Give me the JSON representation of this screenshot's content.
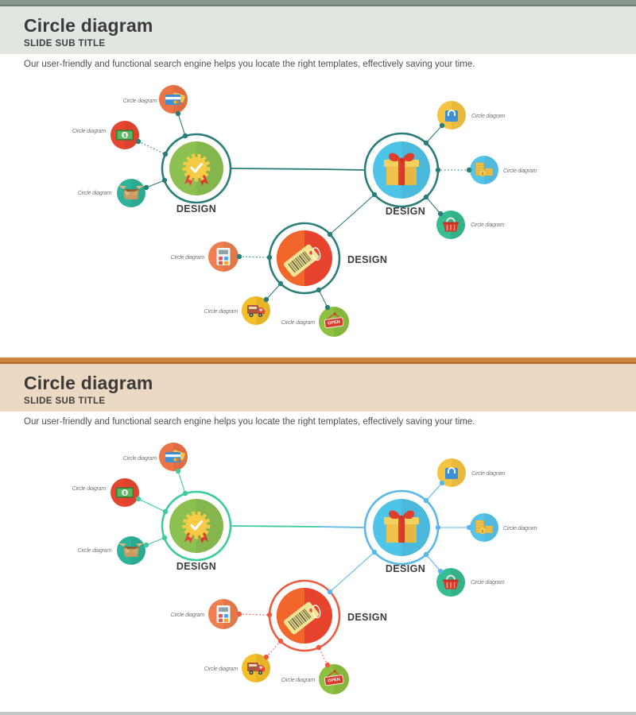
{
  "page": {
    "background": "#ffffff",
    "bottom_strip_color": "#c5c9c6"
  },
  "slides": [
    {
      "theme": {
        "strip": "#87978a",
        "edge": "#6f8074",
        "band": "#dfe7e0",
        "gl": "#2a7e78",
        "gr": "#2a7e78",
        "gb": "#2a7e78"
      },
      "title": "Circle diagram",
      "subtitle": "SLIDE SUB TITLE",
      "description": "Our user-friendly and functional search engine helps you locate the right templates, effectively saving your time.",
      "nodes": [
        {
          "id": "award-badge",
          "label": "DESIGN",
          "fill": "#8cc152"
        },
        {
          "id": "gift-box",
          "label": "DESIGN",
          "fill": "#4fc4e9"
        },
        {
          "id": "price-tag",
          "label": "DESIGN",
          "fill": "#e8432c"
        }
      ],
      "satellites": [
        {
          "id": "credit-card",
          "label": "Circle diagram",
          "fill": "#ee7445"
        },
        {
          "id": "money-bill",
          "label": "Circle diagram",
          "fill": "#e8472f"
        },
        {
          "id": "delivery-box",
          "label": "Circle diagram",
          "fill": "#2db49a"
        },
        {
          "id": "shopping-bag",
          "label": "Circle diagram",
          "fill": "#f6c443"
        },
        {
          "id": "gold-coins",
          "label": "Circle diagram",
          "fill": "#55c4ea"
        },
        {
          "id": "shopping-basket",
          "label": "Circle diagram",
          "fill": "#36bd92"
        },
        {
          "id": "calculator",
          "label": "Circle diagram",
          "fill": "#ef7f4f"
        },
        {
          "id": "delivery-truck",
          "label": "Circle diagram",
          "fill": "#f3c02a"
        },
        {
          "id": "open-sign",
          "label": "Circle diagram",
          "fill": "#8cc140"
        }
      ],
      "icons": {
        "open_sign_text": "OPEN",
        "dollar_symbol": "$"
      }
    },
    {
      "theme": {
        "strip": "#cd8440",
        "edge": "#b26a2c",
        "band": "#ecd9c3",
        "gl": "#3dcb9d",
        "gr": "#5bb8e8",
        "gb": "#ec5b40"
      },
      "title": "Circle diagram",
      "subtitle": "SLIDE SUB TITLE",
      "description": "Our user-friendly and functional search engine helps you locate the right templates, effectively saving your time.",
      "nodes": [
        {
          "id": "award-badge",
          "label": "DESIGN",
          "fill": "#8cc152"
        },
        {
          "id": "gift-box",
          "label": "DESIGN",
          "fill": "#4fc4e9"
        },
        {
          "id": "price-tag",
          "label": "DESIGN",
          "fill": "#e8432c"
        }
      ],
      "satellites": [
        {
          "id": "credit-card",
          "label": "Circle diagram",
          "fill": "#ee7445"
        },
        {
          "id": "money-bill",
          "label": "Circle diagram",
          "fill": "#e8472f"
        },
        {
          "id": "delivery-box",
          "label": "Circle diagram",
          "fill": "#2db49a"
        },
        {
          "id": "shopping-bag",
          "label": "Circle diagram",
          "fill": "#f6c443"
        },
        {
          "id": "gold-coins",
          "label": "Circle diagram",
          "fill": "#55c4ea"
        },
        {
          "id": "shopping-basket",
          "label": "Circle diagram",
          "fill": "#36bd92"
        },
        {
          "id": "calculator",
          "label": "Circle diagram",
          "fill": "#ef7f4f"
        },
        {
          "id": "delivery-truck",
          "label": "Circle diagram",
          "fill": "#f3c02a"
        },
        {
          "id": "open-sign",
          "label": "Circle diagram",
          "fill": "#8cc140"
        }
      ],
      "icons": {
        "open_sign_text": "OPEN",
        "dollar_symbol": "$"
      }
    }
  ]
}
